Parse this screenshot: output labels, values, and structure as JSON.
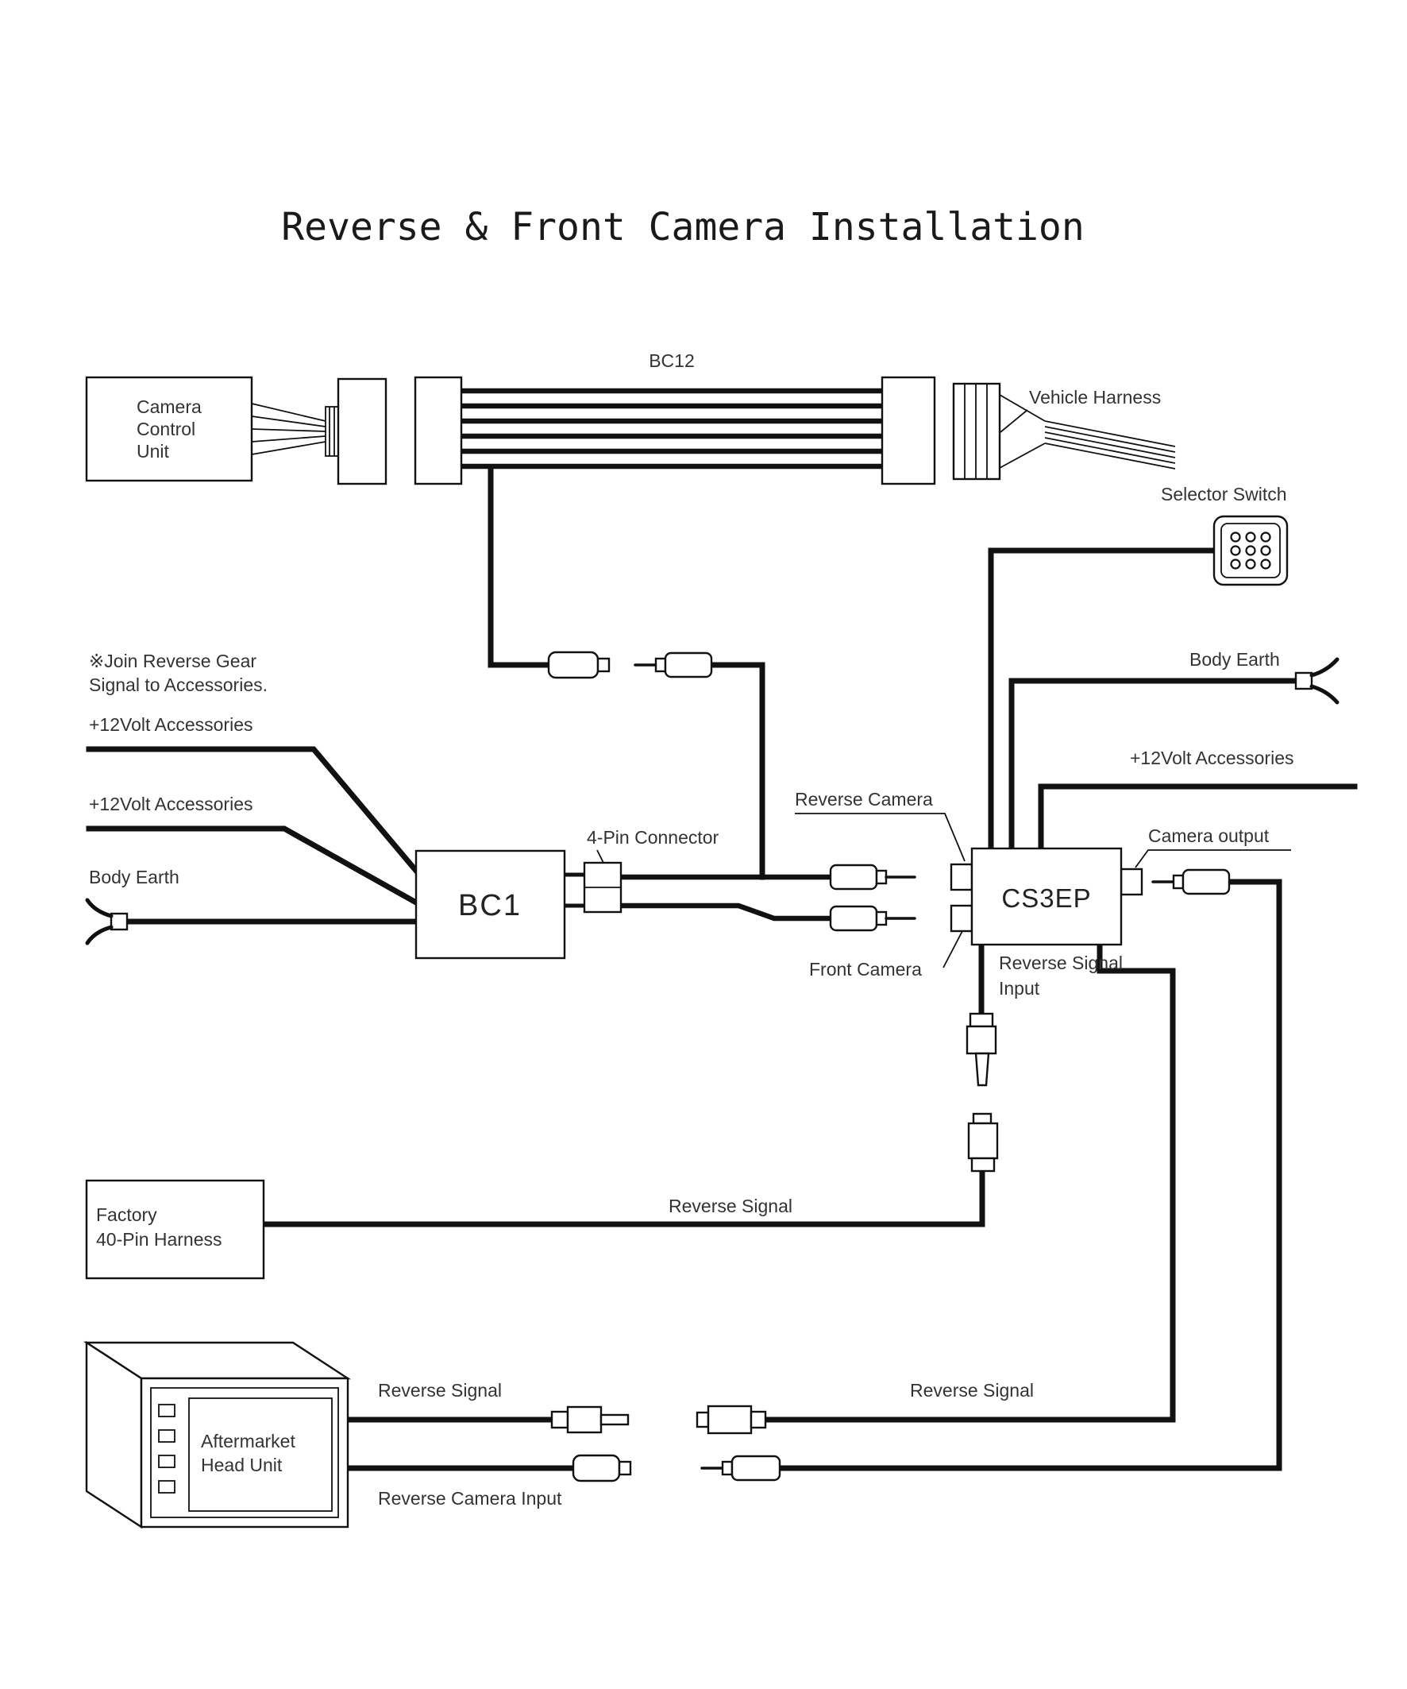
{
  "title": "Reverse & Front Camera Installation",
  "boxes": {
    "ccu": [
      "Camera",
      "Control",
      "Unit"
    ],
    "bc1": "BC1",
    "cs3ep": "CS3EP",
    "factory": [
      "Factory",
      "40-Pin Harness"
    ],
    "head_unit": [
      "Aftermarket",
      "Head Unit"
    ]
  },
  "labels": {
    "bc12": "BC12",
    "vehicle_harness": "Vehicle Harness",
    "selector_switch": "Selector Switch",
    "note1": "※Join Reverse Gear",
    "note2": "Signal to Accessories.",
    "accessories_left_1": "+12Volt Accessories",
    "accessories_left_2": "+12Volt Accessories",
    "body_earth_left": "Body Earth",
    "four_pin": "4-Pin Connector",
    "reverse_camera": "Reverse Camera",
    "front_camera": "Front Camera",
    "camera_output": "Camera output",
    "body_earth_right": "Body Earth",
    "accessories_right": "+12Volt Accessories",
    "reverse_signal_input_1": "Reverse Signal",
    "reverse_signal_input_2": "Input",
    "reverse_signal_mid": "Reverse Signal",
    "reverse_signal_left": "Reverse Signal",
    "reverse_signal_right": "Reverse Signal",
    "reverse_camera_input": "Reverse Camera Input"
  },
  "colors": {
    "line": "#111111",
    "text": "#333333",
    "background": "#ffffff"
  }
}
